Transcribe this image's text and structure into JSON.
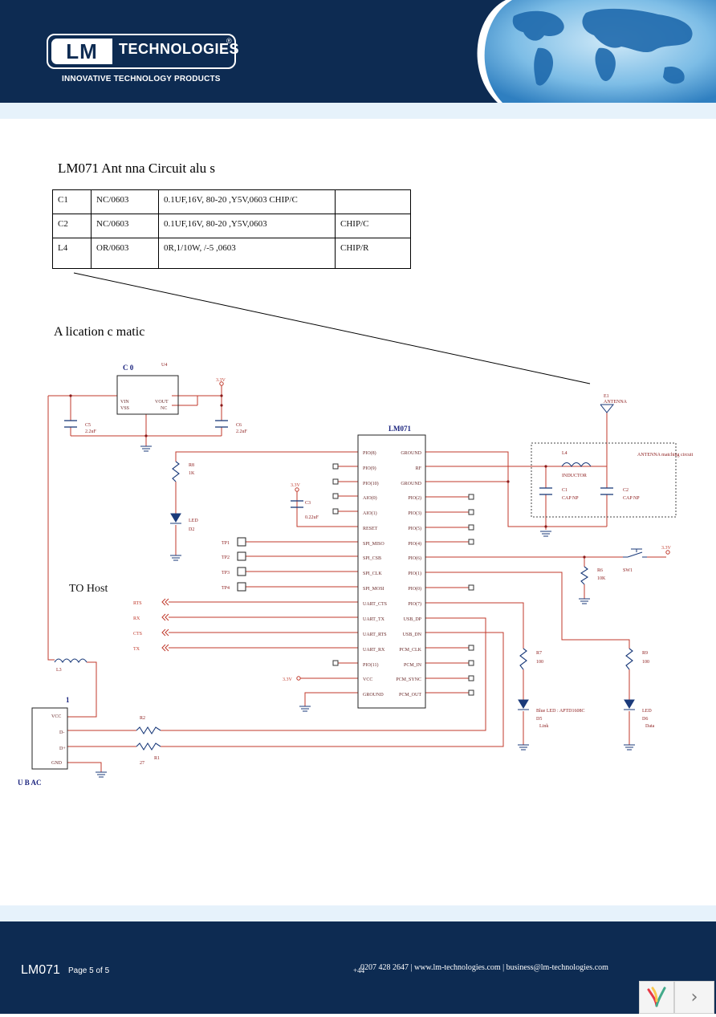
{
  "header": {
    "logo_lm": "LM",
    "logo_text": "TECHNOLOGIES",
    "logo_reg": "®",
    "tagline": "INNOVATIVE TECHNOLOGY PRODUCTS"
  },
  "table_title": "LM071 Ant nna Circuit alu s",
  "parts_table": [
    [
      "C1",
      "NC/0603",
      "0.1UF,16V, 80-20 ,Y5V,0603 CHIP/C",
      ""
    ],
    [
      "C2",
      "NC/0603",
      "0.1UF,16V, 80-20 ,Y5V,0603",
      "CHIP/C"
    ],
    [
      "L4",
      "OR/0603",
      "0R,1/10W, /-5 ,0603",
      "CHIP/R"
    ]
  ],
  "schematic_title": "A lication c matic",
  "schematic": {
    "regulator_title": "C 0",
    "regulator_ref": "U4",
    "module_title": "LM071",
    "usb_title": "1",
    "usb_conn_label": "U B AC",
    "to_host": "TO Host",
    "antenna_ref": "E1",
    "antenna_label": "ANTENNA",
    "matching_label": "ANTENNA matching circuit",
    "inductor_label": "INDUCTOR",
    "cap_np_1": "CAP NP",
    "cap_np_2": "CAP NP",
    "host_signals": [
      "RTS",
      "RX",
      "CTS",
      "TX"
    ],
    "test_points": [
      "TP1",
      "TP2",
      "TP3",
      "TP4"
    ],
    "left_pins": [
      "PIO(8)",
      "PIO(9)",
      "PIO(10)",
      "AIO(0)",
      "AIO(1)",
      "RESET",
      "SPI_MISO",
      "SPI_CSB",
      "SPI_CLK",
      "SPI_MOSI",
      "UART_CTS",
      "UART_TX",
      "UART_RTS",
      "UART_RX",
      "PIO(11)",
      "VCC",
      "GROUND"
    ],
    "right_pins": [
      "GROUND",
      "RF",
      "GROUND",
      "PIO(2)",
      "PIO(3)",
      "PIO(5)",
      "PIO(4)",
      "PIO(6)",
      "PIO(1)",
      "PIO(0)",
      "PIO(7)",
      "USB_DP",
      "USB_DN",
      "PCM_CLK",
      "PCM_IN",
      "PCM_SYNC",
      "PCM_OUT"
    ],
    "reg_pins": [
      "VIN",
      "VSS",
      "VOUT",
      "NC"
    ],
    "usb_pins": [
      "VCC",
      "D-",
      "D+",
      "GND"
    ],
    "net_3v3": "3.3V",
    "components": {
      "c_left": "C5",
      "c_left_val": "2.2uF",
      "c_right": "C6",
      "c_right_val": "2.2uF",
      "r_led": "R8",
      "r_led_val": "1K",
      "led1": "LED",
      "led1_ref": "D2",
      "c_reset": "C3",
      "c_reset_val": "0.22uF",
      "l_usb": "L3",
      "r_dp": "R2",
      "r_dn": "R1",
      "r_usb_val": "27",
      "c1": "C1",
      "c2": "C2",
      "l4": "L4",
      "r_btn": "R6",
      "r_btn_val": "10K",
      "switch": "SW1",
      "r_link": "R7",
      "r_link_val": "100",
      "led_link": "Blue LED : APTD1608C",
      "led_link_ref": "D5",
      "led_link_name": "Link",
      "r_data": "R9",
      "r_data_val": "100",
      "led_data": "LED",
      "led_data_ref": "D6",
      "led_data_name": "Data"
    }
  },
  "footer": {
    "model": "LM071",
    "page": "Page 5 of 5",
    "phone_prefix": "+44",
    "contact": "0207 428 2647 | www.lm-technologies.com | business@lm-technologies.com"
  },
  "colors": {
    "header_bg": "#0d2b52",
    "strip": "#e6f2fb",
    "wire": "#c0392b",
    "component": "#1a3a7a"
  }
}
